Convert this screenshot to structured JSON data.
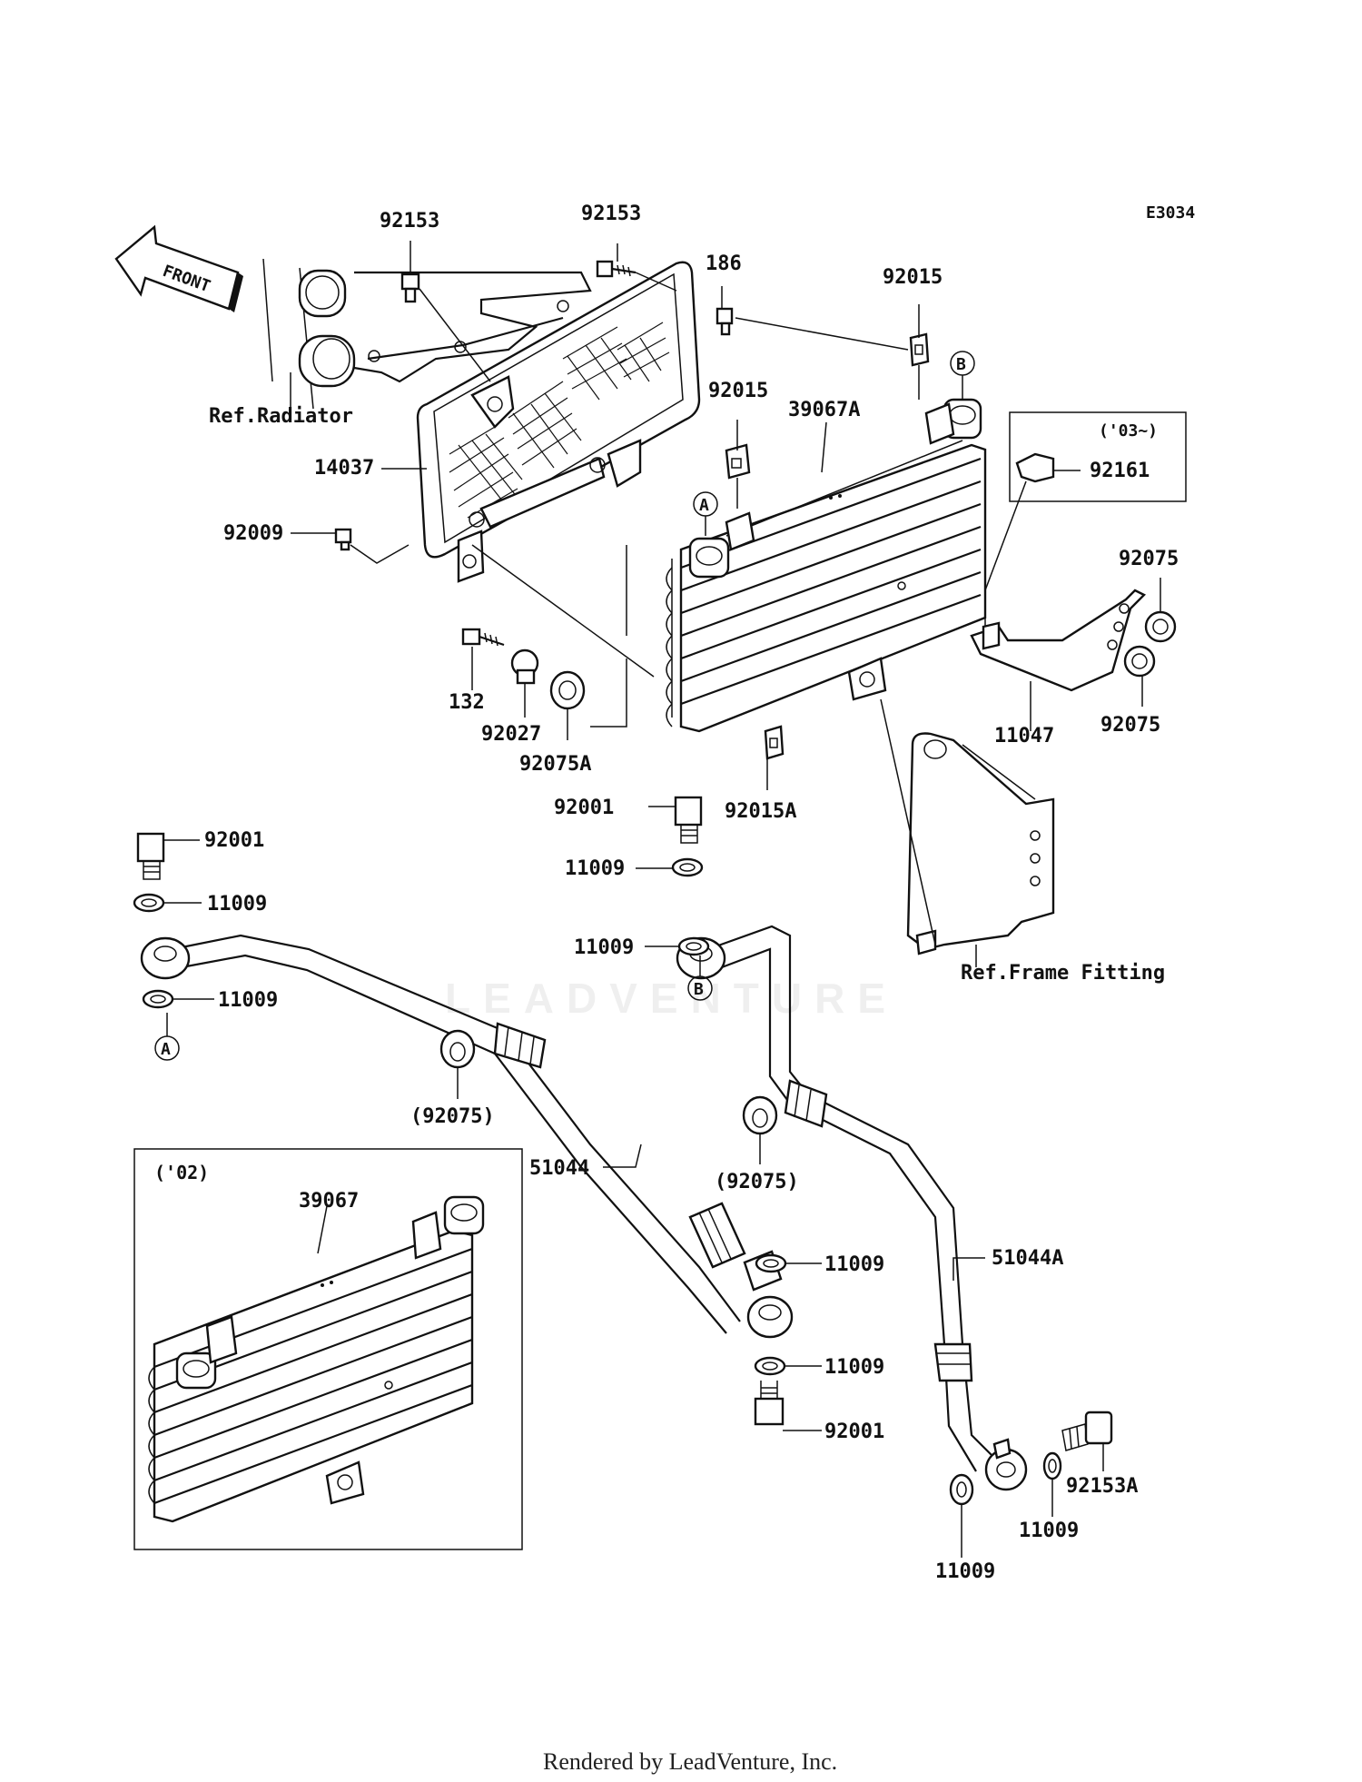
{
  "diagram_code": "E3034",
  "front_label": "FRONT",
  "watermark": "LEADVENTURE",
  "footer": "Rendered by LeadVenture, Inc.",
  "callouts": {
    "A": "A",
    "B": "B"
  },
  "insets": {
    "y03": "('03~)",
    "y02": "('02)"
  },
  "references": {
    "radiator": "Ref.Radiator",
    "frame_fitting": "Ref.Frame Fitting"
  },
  "parts": {
    "p92153_left": "92153",
    "p92153_mid": "92153",
    "p186": "186",
    "p92015_top": "92015",
    "p92015_mid": "92015",
    "p39067A": "39067A",
    "p14037": "14037",
    "p92009": "92009",
    "p92161": "92161",
    "p92075_r1": "92075",
    "p92075_r2": "92075",
    "p11047": "11047",
    "p132": "132",
    "p92027": "92027",
    "p92075A": "92075A",
    "p92015A": "92015A",
    "p92001_mid": "92001",
    "p92001_left": "92001",
    "p11009_a": "11009",
    "p11009_b": "11009",
    "p11009_c": "11009",
    "p11009_d": "11009",
    "p11009_e": "11009",
    "p11009_f": "11009",
    "p11009_g": "11009",
    "p11009_h": "11009",
    "p92075_paren1": "(92075)",
    "p92075_paren2": "(92075)",
    "p51044": "51044",
    "p51044A": "51044A",
    "p39067": "39067",
    "p92001_low": "92001",
    "p92153A": "92153A"
  }
}
